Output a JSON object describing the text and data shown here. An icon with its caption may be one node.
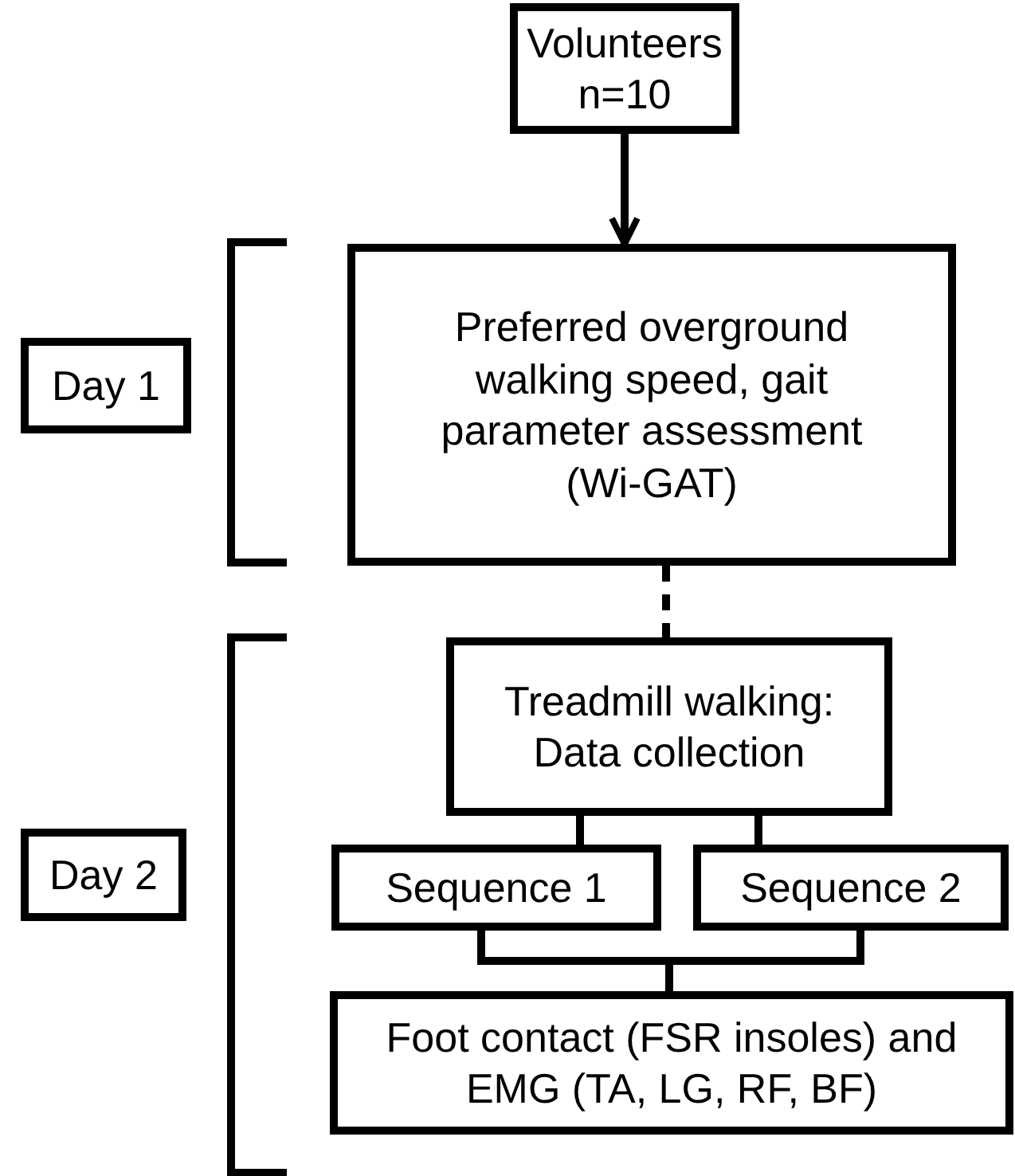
{
  "diagram": {
    "nodes": [
      {
        "text": [
          "Volunteers n=10"
        ]
      },
      {
        "text": [
          "Day 1"
        ]
      },
      {
        "text": [
          "Preferred overground walking speed, gait parameter assessment (Wi-GAT)"
        ]
      },
      {
        "text": [
          "Day 2"
        ]
      },
      {
        "text": [
          "Treadmill walking: Data collection"
        ]
      },
      {
        "text": [
          "Sequence 1"
        ]
      },
      {
        "text": [
          "Sequence 2"
        ]
      },
      {
        "text": [
          "Foot contact (FSR insoles) and EMG (TA, LG, RF, BF)"
        ]
      }
    ],
    "edges": [
      {
        "from": 0,
        "to": 2,
        "arrow": "to"
      },
      {
        "from": 2,
        "to": 4,
        "arrow": "none",
        "style": "dashed"
      },
      {
        "from": 4,
        "to": 5,
        "arrow": "none"
      },
      {
        "from": 4,
        "to": 6,
        "arrow": "none"
      },
      {
        "from": 5,
        "to": 7,
        "arrow": "none"
      },
      {
        "from": 6,
        "to": 7,
        "arrow": "none"
      }
    ]
  }
}
